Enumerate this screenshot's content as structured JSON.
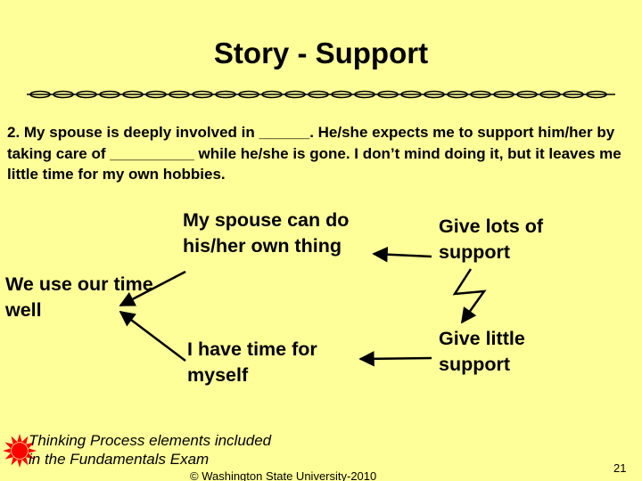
{
  "title": "Story - Support",
  "prompt": "2.  My spouse is deeply involved in ______.  He/she expects me to support him/her by taking care of __________ while he/she is gone.  I don’t mind doing it, but it leaves me little time for my own hobbies.",
  "nodes": {
    "spouse": "My spouse can do\nhis/her own thing",
    "lots": "Give lots of\nsupport",
    "use_time": "We use our time\nwell",
    "my_time": "I have time for\nmyself",
    "little": "Give little\nsupport"
  },
  "footer_note": "Thinking Process elements included\nin the Fundamentals Exam",
  "copyright": "© Washington State University-2010",
  "page_number": "21",
  "icons": {
    "logo": "sun-icon"
  },
  "colors": {
    "background": "#FFFF99",
    "sun": "#FF0000",
    "text": "#000000"
  }
}
